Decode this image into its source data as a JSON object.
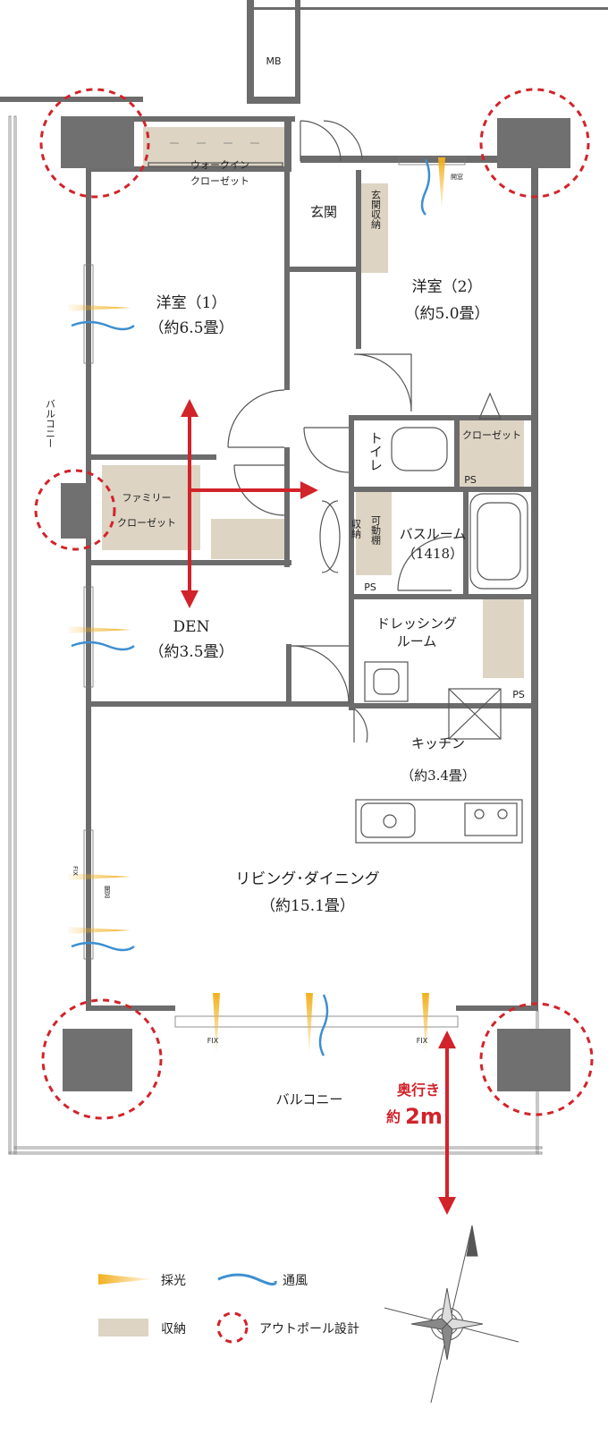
{
  "rooms": {
    "mb": "MB",
    "walkin_closet_1": "ウォークイン",
    "walkin_closet_2": "クローゼット",
    "entrance": "玄関",
    "entrance_storage": "玄関収納",
    "western_1_name": "洋室（1）",
    "western_1_size": "（約6.5畳）",
    "western_2_name": "洋室（2）",
    "western_2_size": "（約5.0畳）",
    "balcony_side": "バルコニー",
    "toilet": "トイレ",
    "closet": "クローゼット",
    "ps": "PS",
    "family_closet_1": "ファミリー",
    "family_closet_2": "クローゼット",
    "storage_short": "収納",
    "movable_shelf": "可動棚",
    "bathroom_name": "バスルーム",
    "bathroom_size": "（1418）",
    "den_name": "DEN",
    "den_size": "（約3.5畳）",
    "dressing_1": "ドレッシング",
    "dressing_2": "ルーム",
    "kitchen_name": "キッチン",
    "kitchen_size": "（約3.4畳）",
    "living_name": "リビング･ダイニング",
    "living_size": "（約15.1畳）",
    "balcony_bottom": "バルコニー",
    "fix": "FIX",
    "window_mark": "開窓"
  },
  "depth_note": {
    "line1": "奥行き",
    "line2_prefix": "約",
    "line2_value": "2m"
  },
  "legend": {
    "daylight": "採光",
    "ventilation": "通風",
    "storage": "収納",
    "outwall": "アウトポール設計"
  },
  "colors": {
    "daylight": "#f2b01e",
    "ventilation": "#3d8fd1",
    "storage": "#ddd4c4",
    "outwall": "#d2232a",
    "arrow": "#d2232a"
  }
}
